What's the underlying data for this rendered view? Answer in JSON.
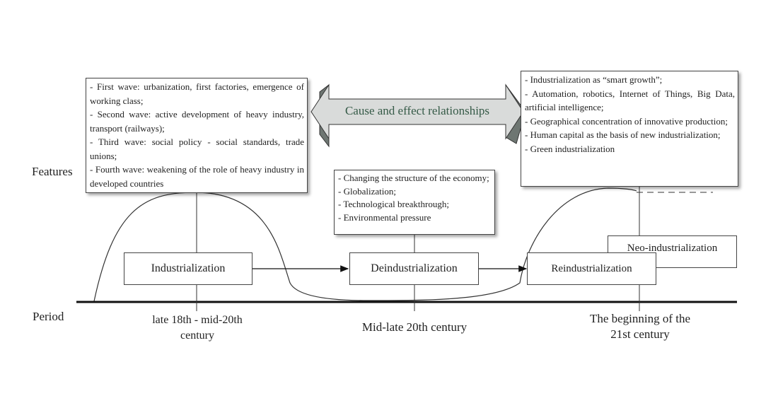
{
  "side_labels": {
    "features": "Features",
    "period": "Period"
  },
  "relationship_arrow": {
    "label": "Cause and effect relationships"
  },
  "feature_boxes": {
    "industrialization": [
      "- First wave: urbanization, first factories, emergence of working class;",
      "- Second wave: active development of heavy industry, transport (railways);",
      "- Third wave: social policy - social standards, trade unions;",
      "- Fourth wave: weakening of the role of heavy industry in developed countries"
    ],
    "deindustrialization": [
      "- Changing the structure of the economy;",
      "- Globalization;",
      "- Technological breakthrough;",
      "- Environmental pressure"
    ],
    "reindustrialization": [
      "- Industrialization as “smart growth”;",
      "- Automation, robotics, Internet of Things, Big Data, artificial intelligence;",
      "- Geographical concentration of innovative production;",
      "- Human capital as the basis of new industrialization;",
      "- Green industrialization"
    ]
  },
  "stages": {
    "industrialization": "Industrialization",
    "deindustrialization": "Deindustrialization",
    "reindustrialization": "Reindustrialization",
    "neo_industrialization": "Neo-industrialization"
  },
  "periods": {
    "first": [
      "late 18th - mid-20th",
      "century"
    ],
    "second": [
      "Mid-late 20th century"
    ],
    "third": [
      "The beginning of the",
      "21st century"
    ]
  }
}
